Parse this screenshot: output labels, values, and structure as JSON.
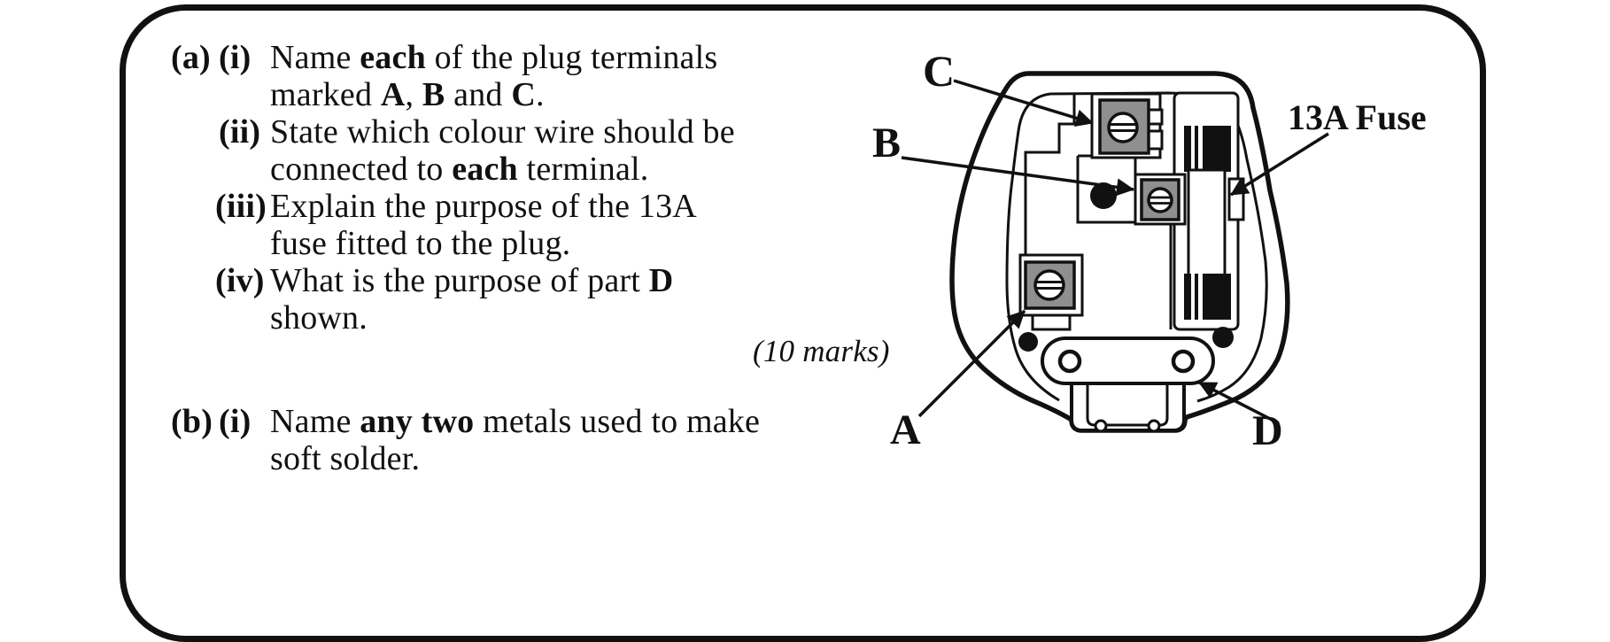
{
  "page": {
    "background": "#ffffff",
    "ink": "#111111",
    "terminal_gray": "#8f8f8f"
  },
  "question_a": {
    "label": "(a)",
    "items": [
      {
        "num": "(i)",
        "lines": [
          [
            {
              "t": "Name "
            },
            {
              "t": "each",
              "b": true
            },
            {
              "t": " of the plug terminals"
            }
          ],
          [
            {
              "t": "marked "
            },
            {
              "t": "A",
              "b": true
            },
            {
              "t": ", "
            },
            {
              "t": "B",
              "b": true
            },
            {
              "t": " and "
            },
            {
              "t": "C",
              "b": true
            },
            {
              "t": "."
            }
          ]
        ]
      },
      {
        "num": "(ii)",
        "lines": [
          [
            {
              "t": "State which colour wire should be"
            }
          ],
          [
            {
              "t": "connected to "
            },
            {
              "t": "each",
              "b": true
            },
            {
              "t": " terminal."
            }
          ]
        ]
      },
      {
        "num": "(iii)",
        "lines": [
          [
            {
              "t": "Explain the purpose of the 13A"
            }
          ],
          [
            {
              "t": "fuse fitted to the plug."
            }
          ]
        ]
      },
      {
        "num": "(iv)",
        "lines": [
          [
            {
              "t": "What is the purpose of part "
            },
            {
              "t": "D",
              "b": true
            }
          ],
          [
            {
              "t": "shown."
            }
          ]
        ]
      }
    ],
    "marks": "(10 marks)"
  },
  "question_b": {
    "label": "(b)",
    "items": [
      {
        "num": "(i)",
        "lines": [
          [
            {
              "t": "Name "
            },
            {
              "t": "any two",
              "b": true
            },
            {
              "t": " metals used to make"
            }
          ],
          [
            {
              "t": "soft solder."
            }
          ]
        ]
      }
    ]
  },
  "diagram": {
    "labels": {
      "terminal_c": "C",
      "terminal_b": "B",
      "terminal_a": "A",
      "part_d": "D",
      "fuse": "13A Fuse"
    }
  }
}
